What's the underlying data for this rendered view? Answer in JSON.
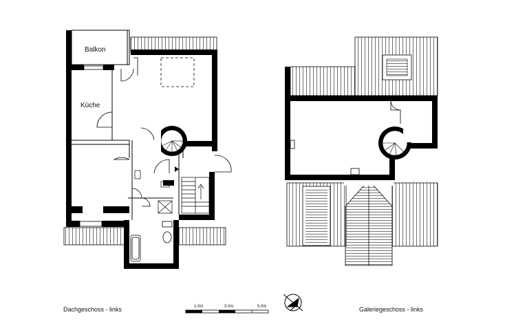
{
  "plans": {
    "left": {
      "caption": "Dachgeschoss - links",
      "rooms": {
        "balkon": "Balkon",
        "kueche": "Küche"
      }
    },
    "right": {
      "caption": "Galeriegeschoss - links"
    }
  },
  "scale_bar": {
    "ticks": [
      "1.0m",
      "3.0m",
      "5.0m"
    ]
  },
  "colors": {
    "ink": "#000000",
    "paper": "#ffffff",
    "hatch": "#333333"
  },
  "icons": [
    "north-arrow-icon",
    "spiral-stair-icon",
    "bathtub-icon",
    "toilet-icon",
    "shower-icon"
  ]
}
